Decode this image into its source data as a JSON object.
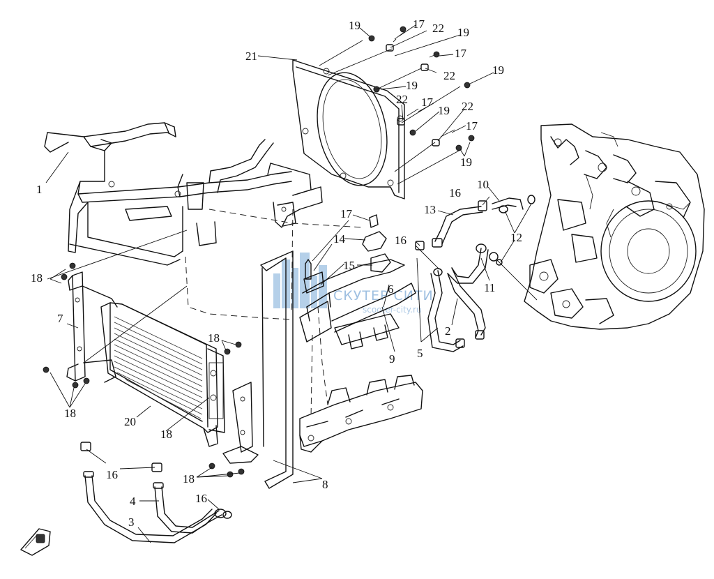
{
  "watermark": {
    "brand": "СКУТЕР СИТИ",
    "url": "scooter-city.ru"
  },
  "callouts": [
    {
      "label": "1"
    },
    {
      "label": "2"
    },
    {
      "label": "3"
    },
    {
      "label": "4"
    },
    {
      "label": "5"
    },
    {
      "label": "6"
    },
    {
      "label": "7"
    },
    {
      "label": "8"
    },
    {
      "label": "9"
    },
    {
      "label": "10"
    },
    {
      "label": "11"
    },
    {
      "label": "12"
    },
    {
      "label": "12"
    },
    {
      "label": "13"
    },
    {
      "label": "14"
    },
    {
      "label": "15"
    },
    {
      "label": "16"
    },
    {
      "label": "16"
    },
    {
      "label": "16"
    },
    {
      "label": "16"
    },
    {
      "label": "17"
    },
    {
      "label": "17"
    },
    {
      "label": "17"
    },
    {
      "label": "17"
    },
    {
      "label": "17"
    },
    {
      "label": "18"
    },
    {
      "label": "18"
    },
    {
      "label": "18"
    },
    {
      "label": "18"
    },
    {
      "label": "18"
    },
    {
      "label": "19"
    },
    {
      "label": "19"
    },
    {
      "label": "19"
    },
    {
      "label": "19"
    },
    {
      "label": "19"
    },
    {
      "label": "19"
    },
    {
      "label": "20"
    },
    {
      "label": "21"
    },
    {
      "label": "22"
    },
    {
      "label": "22"
    },
    {
      "label": "22"
    },
    {
      "label": "22"
    }
  ]
}
